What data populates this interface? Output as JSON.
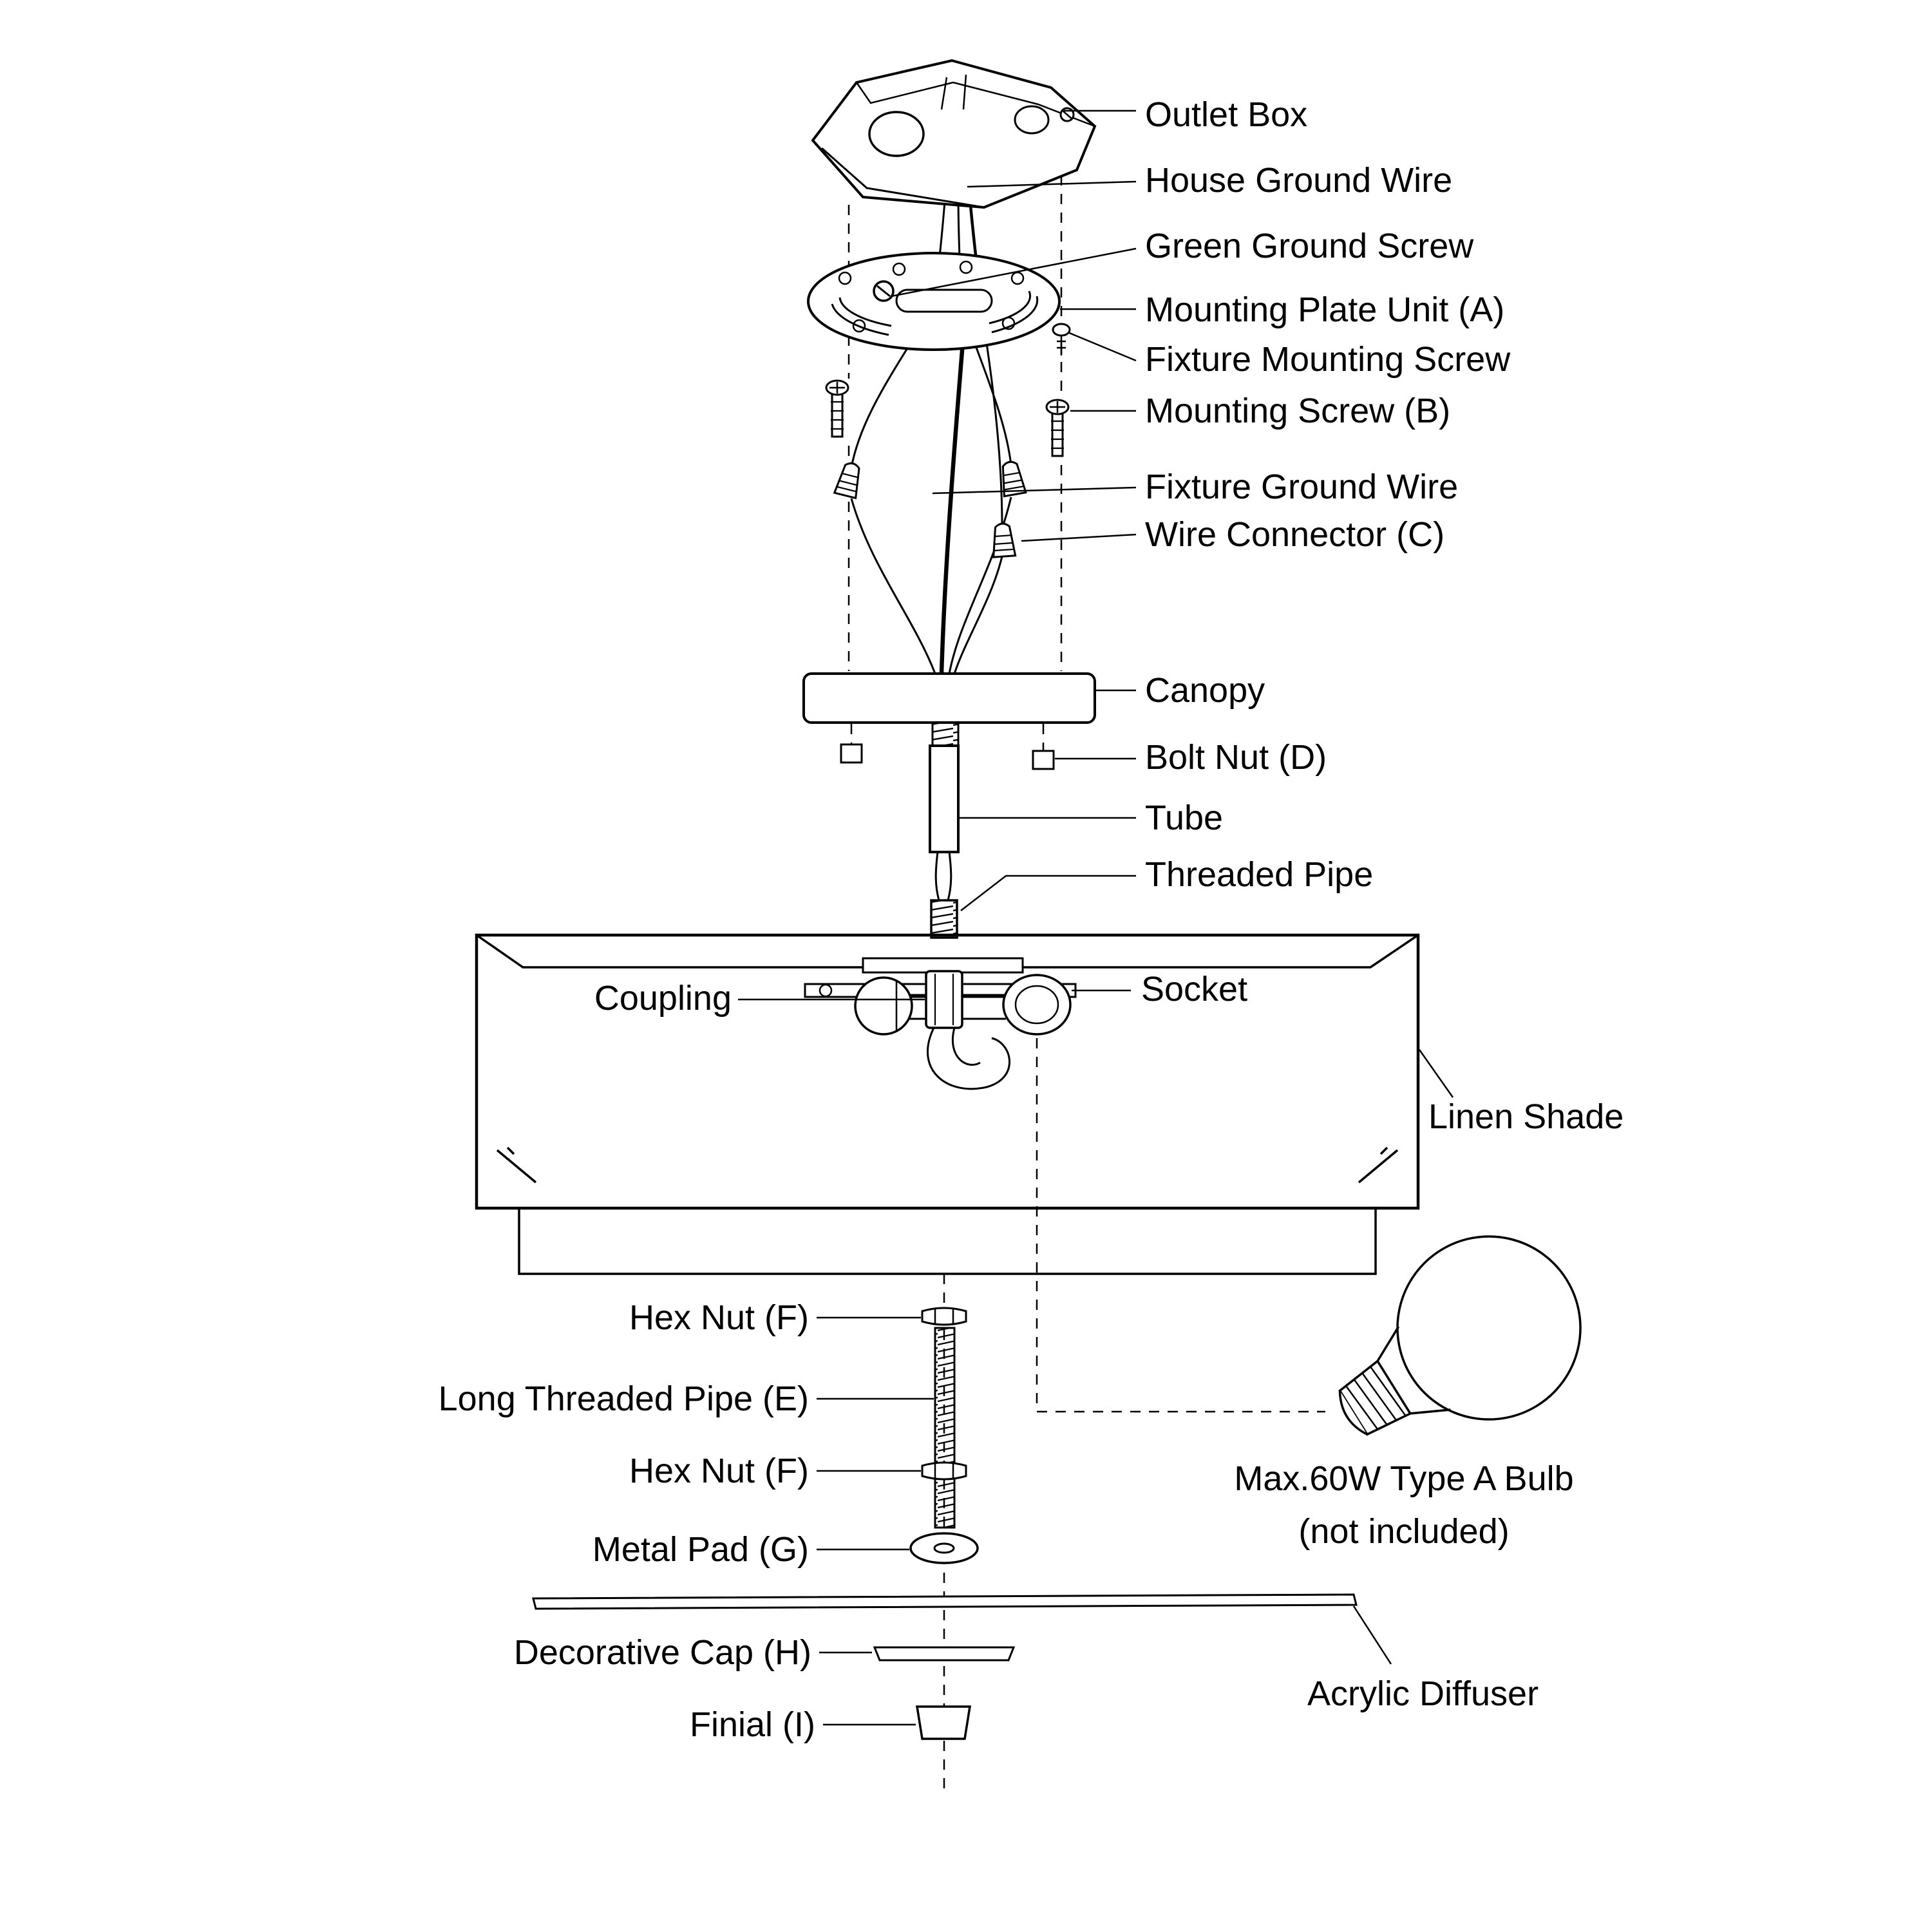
{
  "colors": {
    "line": "#000000",
    "background": "#ffffff"
  },
  "labels": {
    "outlet_box": "Outlet Box",
    "house_ground_wire": "House Ground Wire",
    "green_ground_screw": "Green Ground Screw",
    "mounting_plate_unit": "Mounting Plate Unit (A)",
    "fixture_mounting_screw": "Fixture Mounting Screw",
    "mounting_screw_b": "Mounting Screw (B)",
    "fixture_ground_wire": "Fixture Ground Wire",
    "wire_connector_c": "Wire Connector (C)",
    "canopy": "Canopy",
    "bolt_nut_d": "Bolt Nut (D)",
    "tube": "Tube",
    "threaded_pipe": "Threaded Pipe",
    "coupling": "Coupling",
    "socket": "Socket",
    "linen_shade": "Linen Shade",
    "hex_nut_f_upper": "Hex Nut (F)",
    "long_threaded_pipe_e": "Long Threaded Pipe (E)",
    "hex_nut_f_lower": "Hex Nut (F)",
    "metal_pad_g": "Metal Pad (G)",
    "decorative_cap_h": "Decorative Cap (H)",
    "finial_i": "Finial (I)",
    "bulb_note_line1": "Max.60W Type A Bulb",
    "bulb_note_line2": "(not included)",
    "acrylic_diffuser": "Acrylic Diffuser"
  }
}
